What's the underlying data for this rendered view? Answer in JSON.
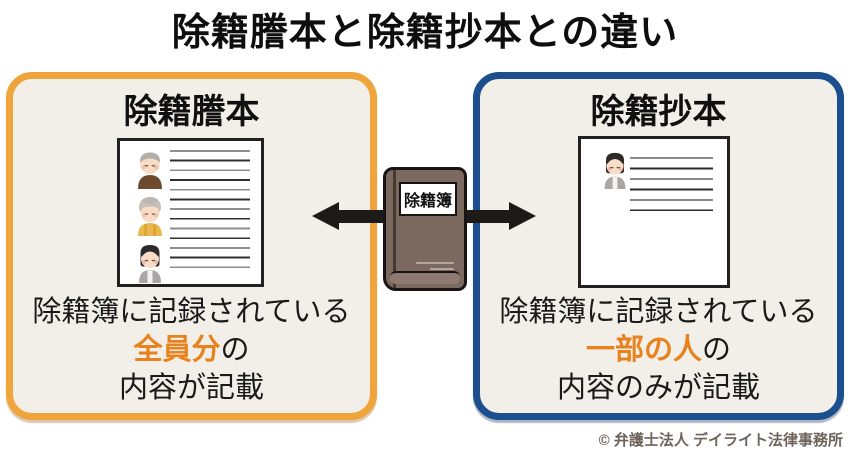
{
  "colors": {
    "panel_left_border": "#F0A43C",
    "panel_right_border": "#1B4F8D",
    "highlight": "#E8821E",
    "book": "#7C6A61",
    "box_bg": "#F2EFE8",
    "arrow": "#1E1A17",
    "copyright": "#6E635A"
  },
  "title": "除籍謄本と除籍抄本との違い",
  "left_panel": {
    "title": "除籍謄本",
    "document": {
      "persons": [
        "elderly-man",
        "elderly-woman",
        "woman"
      ]
    },
    "description": {
      "line1": "除籍簿に記録されている",
      "highlight": "全員分",
      "after_highlight": "の",
      "line3": "内容が記載"
    }
  },
  "right_panel": {
    "title": "除籍抄本",
    "document": {
      "persons": [
        "woman"
      ]
    },
    "description": {
      "line1": "除籍簿に記録されている",
      "highlight": "一部の人",
      "after_highlight": "の",
      "line3": "内容のみが記載"
    }
  },
  "register_book": {
    "label": "除籍簿"
  },
  "footer": {
    "copyright": "© 弁護士法人 デイライト法律事務所"
  }
}
